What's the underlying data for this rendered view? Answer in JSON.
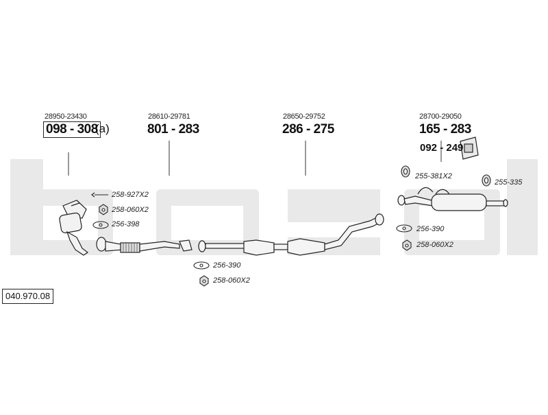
{
  "diagram_code": "040.970.08",
  "sections": [
    {
      "oem": "28950-23430",
      "part": "098 - 308",
      "suffix": "(a)"
    },
    {
      "oem": "28610-29781",
      "part": "801 - 283"
    },
    {
      "oem": "28650-29752",
      "part": "286 - 275"
    },
    {
      "oem": "28700-29050",
      "part": "165 - 283"
    }
  ],
  "mount_part": "092 - 249",
  "accessories": [
    "258-927X2",
    "258-060X2",
    "256-398",
    "256-390",
    "258-060X2",
    "255-381X2",
    "255-335",
    "256-390",
    "258-060X2"
  ],
  "watermark": "bosal",
  "colors": {
    "watermark": "#e9e9e9",
    "line": "#333333"
  }
}
